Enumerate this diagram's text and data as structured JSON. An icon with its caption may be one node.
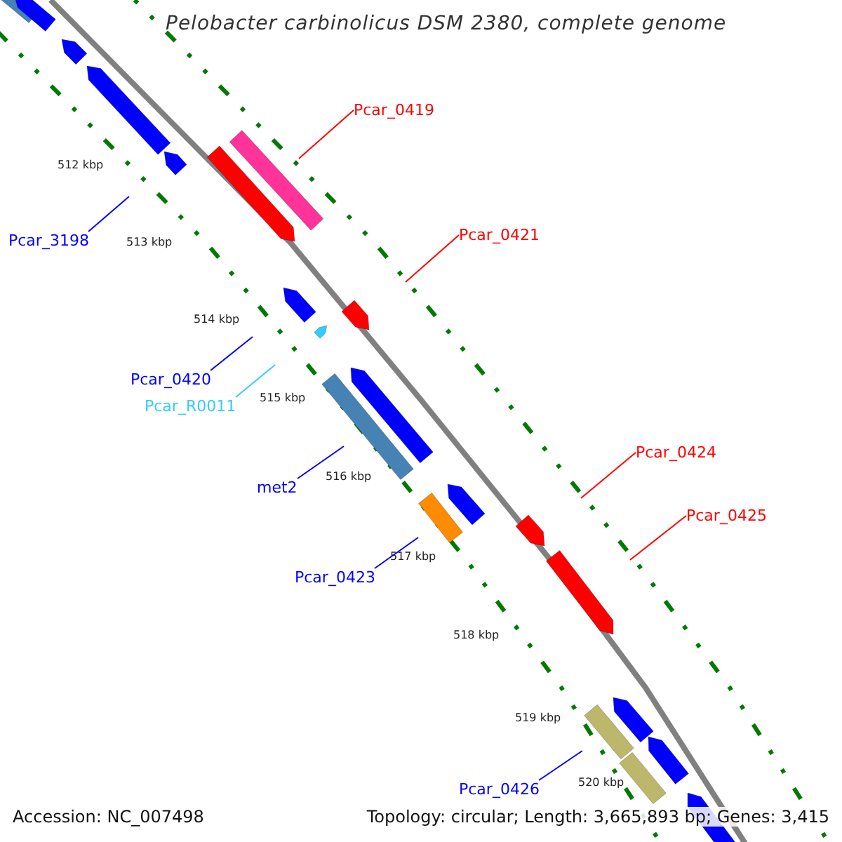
{
  "diagram": {
    "title": "Pelobacter carbinolicus DSM 2380, complete genome",
    "nodes": [
      {
        "text": [
          "Pcar_0419"
        ]
      },
      {
        "text": [
          "Pcar_0421"
        ]
      },
      {
        "text": [
          "Pcar_3198"
        ]
      },
      {
        "text": [
          "Pcar_0420"
        ]
      },
      {
        "text": [
          "Pcar_R0011"
        ]
      },
      {
        "text": [
          "Pcar_0424"
        ]
      },
      {
        "text": [
          "met2"
        ]
      },
      {
        "text": [
          "Pcar_0425"
        ]
      },
      {
        "text": [
          "Pcar_0423"
        ]
      },
      {
        "text": [
          "Pcar_0426"
        ]
      }
    ],
    "edges": [
      {
        "from": 0,
        "to": null,
        "arrow": "none",
        "color": "#ff0000"
      },
      {
        "from": 1,
        "to": null,
        "arrow": "none",
        "color": "#ff0000"
      },
      {
        "from": 2,
        "to": null,
        "arrow": "none"
      },
      {
        "from": 3,
        "to": null,
        "arrow": "none"
      },
      {
        "from": 4,
        "to": null,
        "arrow": "none",
        "color": "#33ccff"
      },
      {
        "from": 5,
        "to": null,
        "arrow": "none",
        "color": "#ff0000"
      },
      {
        "from": 6,
        "to": null,
        "arrow": "none"
      },
      {
        "from": 7,
        "to": null,
        "arrow": "none",
        "color": "#ff0000"
      },
      {
        "from": 8,
        "to": null,
        "arrow": "none"
      },
      {
        "from": 9,
        "to": null,
        "arrow": "none"
      }
    ],
    "labels": [
      "512 kbp",
      "513 kbp",
      "514 kbp",
      "515 kbp",
      "516 kbp",
      "517 kbp",
      "518 kbp",
      "519 kbp",
      "520 kbp",
      "Accession: NC_007498",
      "Topology: circular; Length: 3,665,893 bp; Genes: 3,415"
    ]
  }
}
